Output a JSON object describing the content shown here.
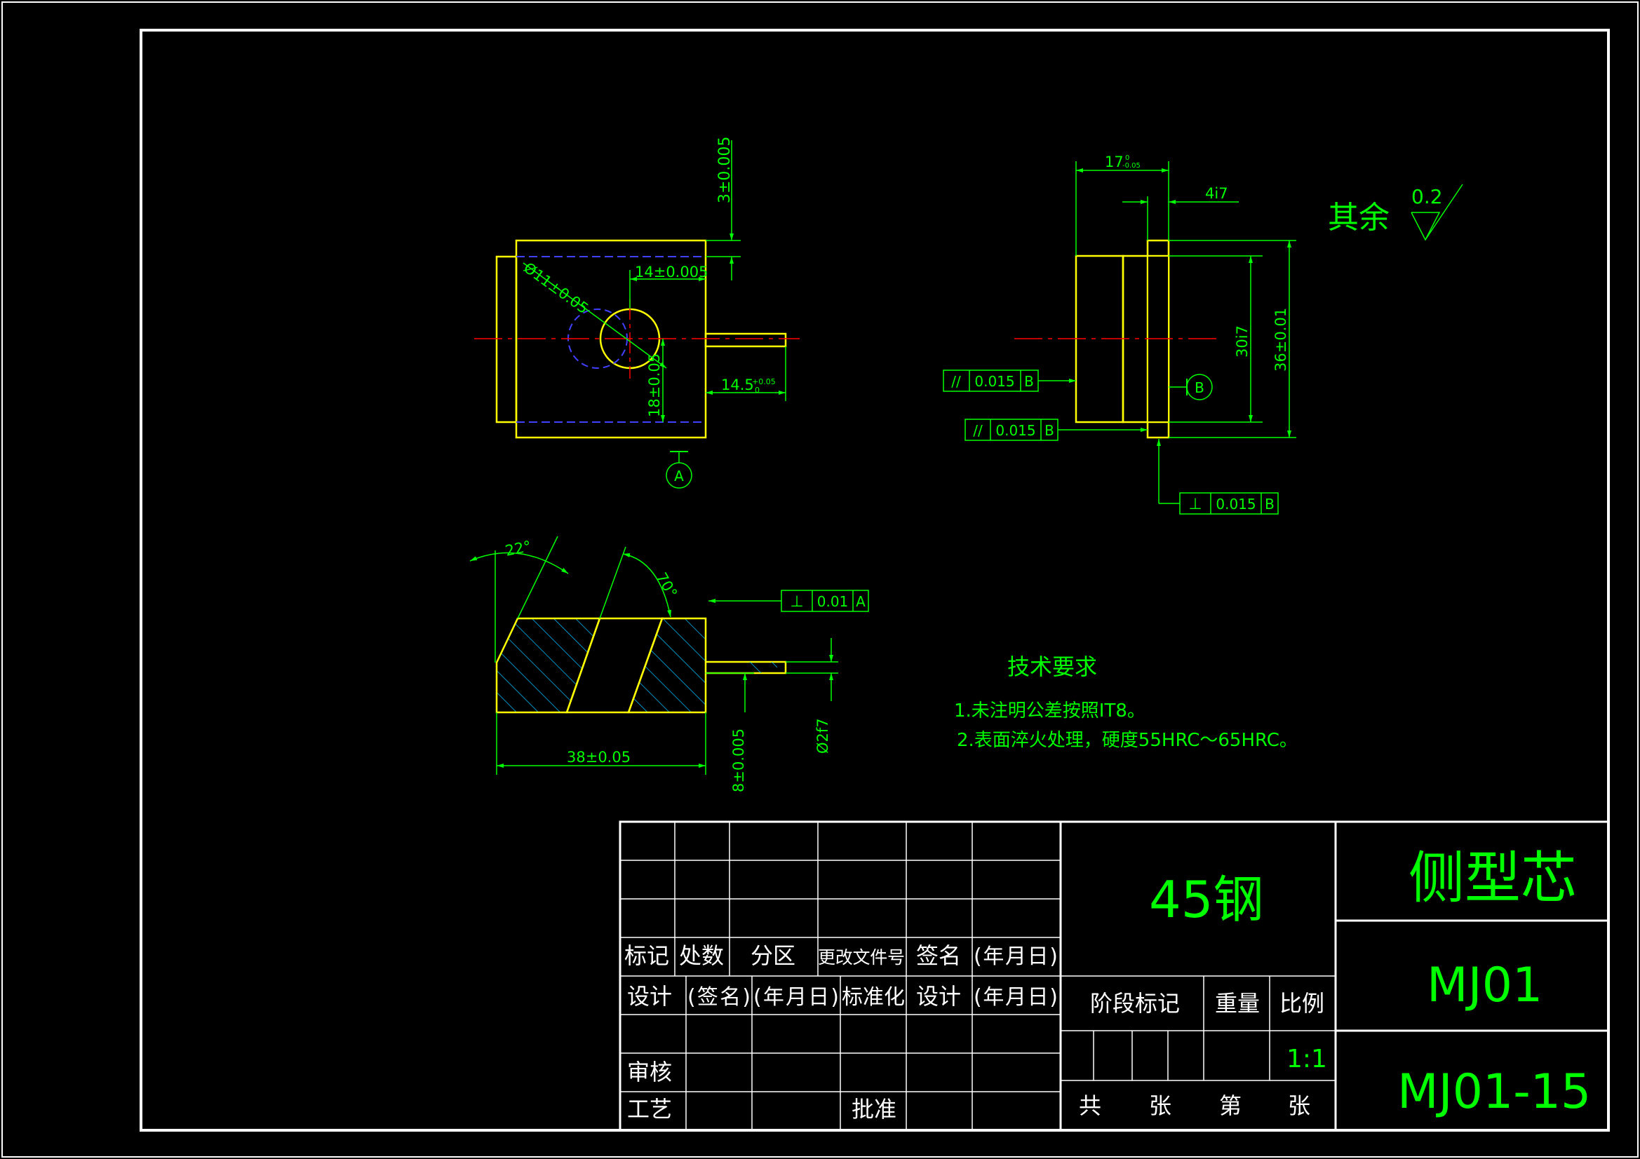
{
  "colors": {
    "background": "#000000",
    "frame": "#ffffff",
    "part": "#ffff00",
    "dimension": "#00ff00",
    "centerline": "#ff0000",
    "hidden": "#0000ff",
    "hatch": "#00bfff",
    "text": "#00ff00"
  },
  "view_front": {
    "dim_top": "3±0.005",
    "dim_hole": "Ø11±0.05",
    "dim_center": "14±0.005",
    "dim_vertical": "18±0.05",
    "dim_pin": "14.5",
    "dim_pin_tol_upper": "+0.05",
    "dim_pin_tol_lower": "0",
    "datum": "A"
  },
  "view_side": {
    "dim_width": "17",
    "dim_width_tol_upper": "0",
    "dim_width_tol_lower": "-0.05",
    "dim_step": "4i7",
    "dim_inner": "30i7",
    "dim_outer": "36±0.01",
    "datum": "B",
    "fcf_1": {
      "symbol": "//",
      "value": "0.015",
      "datum": "B"
    },
    "fcf_2": {
      "symbol": "//",
      "value": "0.015",
      "datum": "B"
    },
    "fcf_3": {
      "symbol": "⊥",
      "value": "0.015",
      "datum": "B"
    }
  },
  "view_section": {
    "angle_1": "22°",
    "angle_2": "70°",
    "dim_length": "38±0.05",
    "dim_height": "8±0.005",
    "dim_pin_dia": "Ø2f7",
    "fcf": {
      "symbol": "⊥",
      "value": "0.01",
      "datum": "A"
    }
  },
  "surface_finish": {
    "label": "其余",
    "value": "0.2"
  },
  "tech_requirements": {
    "title": "技术要求",
    "items": [
      "1.未注明公差按照IT8。",
      "2.表面淬火处理，硬度55HRC～65HRC。"
    ]
  },
  "title_block": {
    "row_headers": [
      "标记",
      "处数",
      "分区",
      "更改文件号",
      "签名",
      "(年月日)"
    ],
    "row_design": [
      "设计",
      "(签名)",
      "(年月日)",
      "标准化",
      "设计",
      "(年月日)"
    ],
    "review": "审核",
    "process": "工艺",
    "approve": "批准",
    "material": "45钢",
    "stage_mark": "阶段标记",
    "weight": "重量",
    "scale_label": "比例",
    "scale_value": "1:1",
    "sheet_total": "共",
    "sheet_unit_1": "张",
    "sheet_no": "第",
    "sheet_unit_2": "张",
    "part_name": "侧型芯",
    "code": "MJ01",
    "drawing_no": "MJ01-15"
  }
}
